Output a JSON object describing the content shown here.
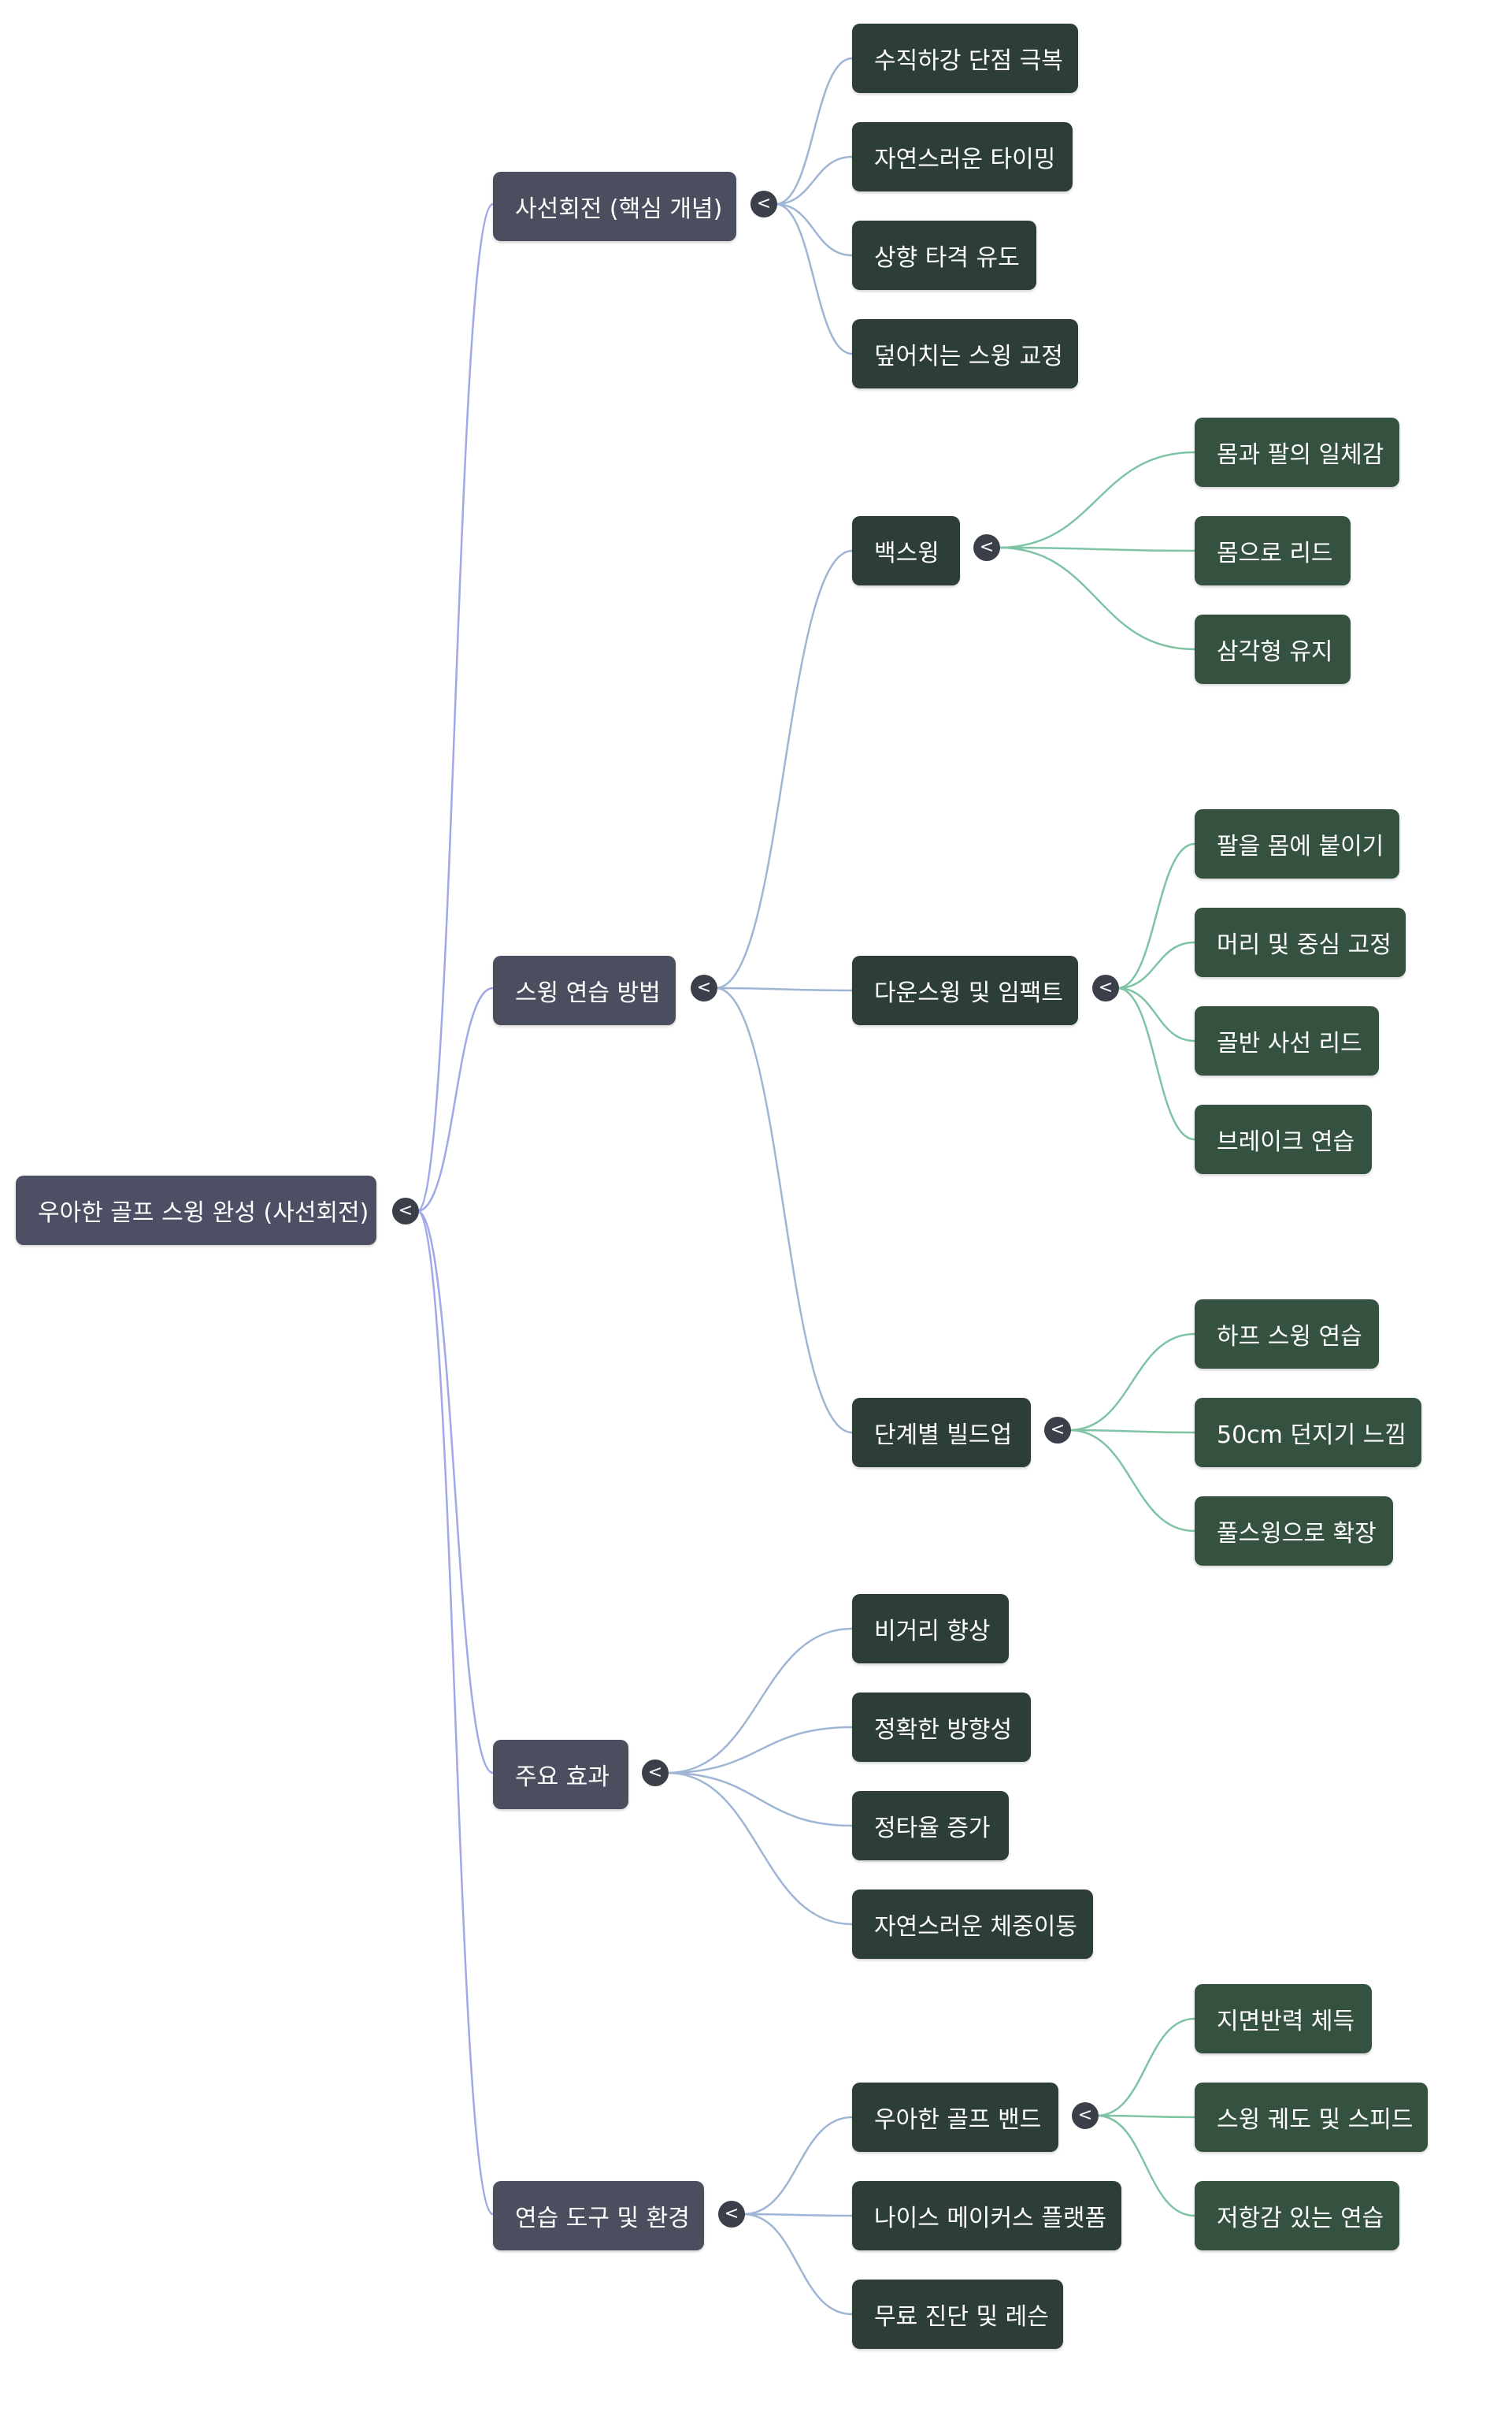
{
  "mindmap": {
    "root": {
      "label": "우아한 골프 스윙 완성 (사선회전)",
      "toggle": "<",
      "children": [
        {
          "label": "사선회전 (핵심 개념)",
          "toggle": "<",
          "children": [
            {
              "label": "수직하강 단점 극복"
            },
            {
              "label": "자연스러운 타이밍"
            },
            {
              "label": "상향 타격 유도"
            },
            {
              "label": "덮어치는 스윙 교정"
            }
          ]
        },
        {
          "label": "스윙 연습 방법",
          "toggle": "<",
          "children": [
            {
              "label": "백스윙",
              "toggle": "<",
              "children": [
                {
                  "label": "몸과 팔의 일체감"
                },
                {
                  "label": "몸으로 리드"
                },
                {
                  "label": "삼각형 유지"
                }
              ]
            },
            {
              "label": "다운스윙 및 임팩트",
              "toggle": "<",
              "children": [
                {
                  "label": "팔을 몸에 붙이기"
                },
                {
                  "label": "머리 및 중심 고정"
                },
                {
                  "label": "골반 사선 리드"
                },
                {
                  "label": "브레이크 연습"
                }
              ]
            },
            {
              "label": "단계별 빌드업",
              "toggle": "<",
              "children": [
                {
                  "label": "하프 스윙 연습"
                },
                {
                  "label": "50cm 던지기 느낌"
                },
                {
                  "label": "풀스윙으로 확장"
                }
              ]
            }
          ]
        },
        {
          "label": "주요 효과",
          "toggle": "<",
          "children": [
            {
              "label": "비거리 향상"
            },
            {
              "label": "정확한 방향성"
            },
            {
              "label": "정타율 증가"
            },
            {
              "label": "자연스러운 체중이동"
            }
          ]
        },
        {
          "label": "연습 도구 및 환경",
          "toggle": "<",
          "children": [
            {
              "label": "우아한 골프 밴드",
              "toggle": "<",
              "children": [
                {
                  "label": "지면반력 체득"
                },
                {
                  "label": "스윙 궤도 및 스피드"
                },
                {
                  "label": "저항감 있는 연습"
                }
              ]
            },
            {
              "label": "나이스 메이커스 플랫폼"
            },
            {
              "label": "무료 진단 및 레슨"
            }
          ]
        }
      ]
    }
  },
  "colors": {
    "background": "#ffffff",
    "root_node": "#4d5065",
    "level1_node": "#4a4e5e",
    "level2_node": "#2d3e36",
    "level3_node": "#34523f",
    "edge_root": "#a0a8e8",
    "edge_level1": "#9fb5d4",
    "edge_level2": "#7ec4a4",
    "toggle": "#3a3f4a",
    "text": "#ffffff"
  }
}
